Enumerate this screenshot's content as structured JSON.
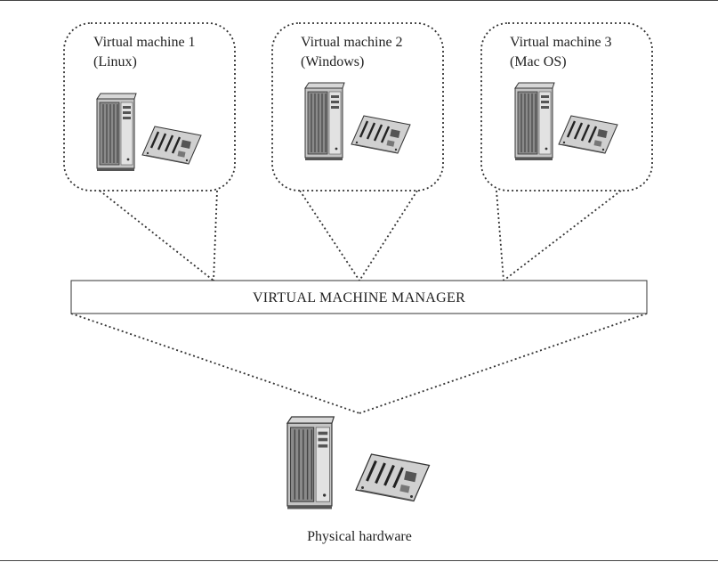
{
  "virtual_machines": [
    {
      "name": "Virtual machine 1",
      "os": "(Linux)"
    },
    {
      "name": "Virtual machine 2",
      "os": "(Windows)"
    },
    {
      "name": "Virtual machine 3",
      "os": "(Mac OS)"
    }
  ],
  "manager": {
    "label": "VIRTUAL MACHINE MANAGER"
  },
  "physical": {
    "label": "Physical hardware"
  },
  "icons": [
    "tower-server-icon",
    "motherboard-icon"
  ]
}
